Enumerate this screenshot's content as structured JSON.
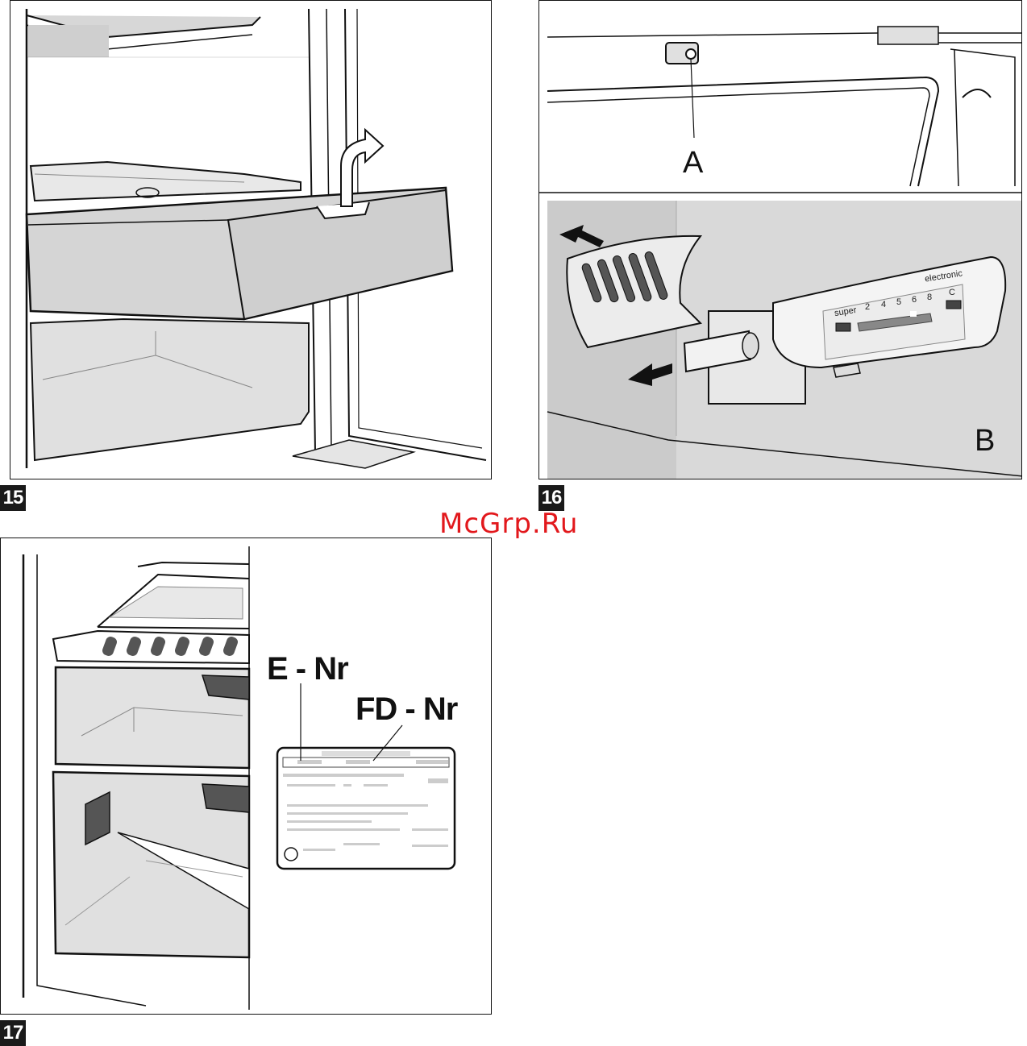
{
  "figures": {
    "fig15": {
      "number": "15"
    },
    "fig16": {
      "number": "16",
      "label_a": "A",
      "label_b": "B",
      "control_panel": {
        "brand": "electronic",
        "super_label": "super",
        "scale": [
          "2",
          "4",
          "5",
          "6",
          "8"
        ],
        "c_label": "C"
      }
    },
    "fig17": {
      "number": "17",
      "e_nr_label": "E - Nr",
      "fd_nr_label": "FD - Nr"
    }
  },
  "watermark": "McGrp.Ru",
  "colors": {
    "watermark": "#e2181c",
    "gray_panel": "#dcdcdc",
    "line": "#111111"
  }
}
